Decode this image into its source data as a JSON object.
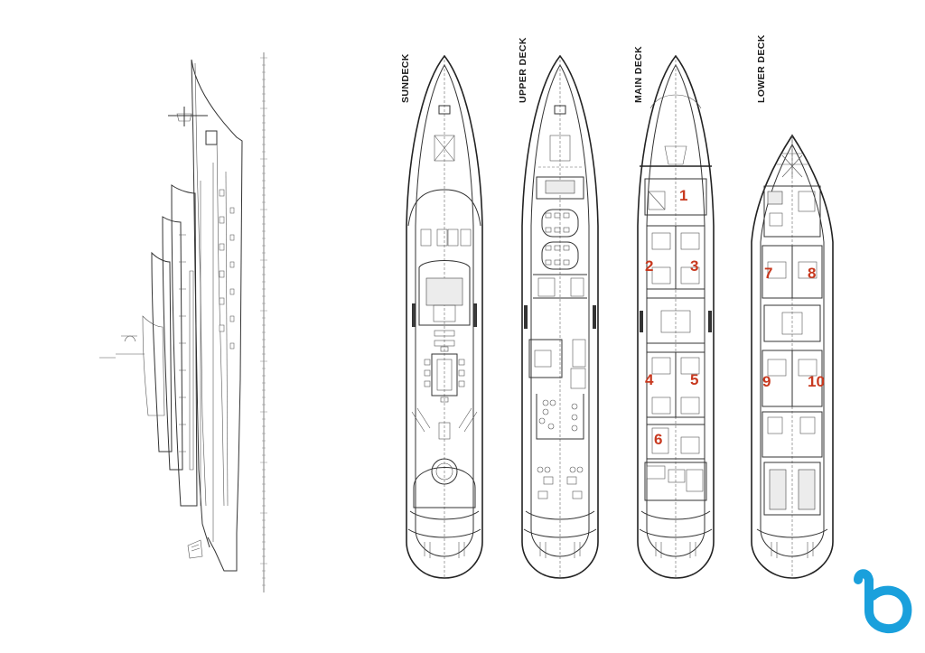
{
  "decks": [
    {
      "id": "sundeck",
      "label": "SUNDECK"
    },
    {
      "id": "upper",
      "label": "UPPER DECK"
    },
    {
      "id": "main",
      "label": "MAIN DECK"
    },
    {
      "id": "lower",
      "label": "LOWER DECK"
    }
  ],
  "cabins": {
    "main": [
      "1",
      "2",
      "3",
      "4",
      "5",
      "6"
    ],
    "lower": [
      "7",
      "8",
      "9",
      "10"
    ]
  },
  "colors": {
    "line": "#333333",
    "cabin_number": "#c8391f",
    "logo": "#1aa0dc"
  },
  "logo": {
    "name": "company-logo-b-icon"
  }
}
